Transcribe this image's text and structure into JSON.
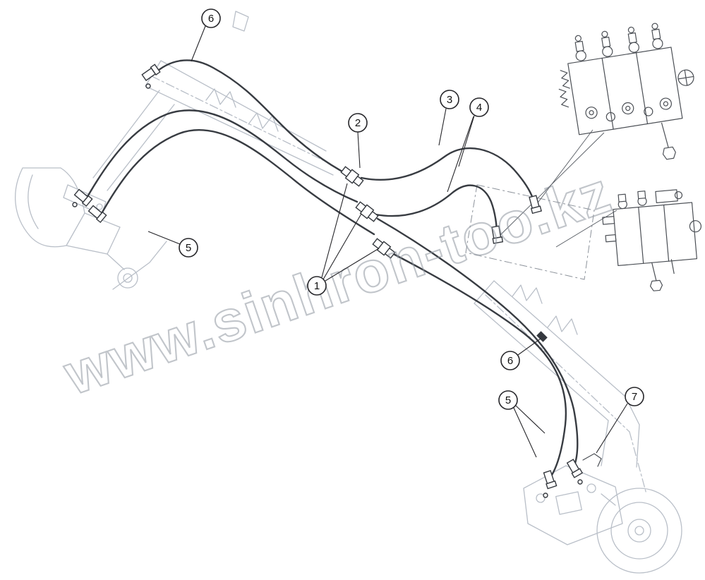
{
  "watermark": {
    "text": "www.sinhron-too.kz",
    "color": "#8f96a0"
  },
  "callouts": [
    {
      "id": "callout-6-top",
      "label": "6"
    },
    {
      "id": "callout-2",
      "label": "2"
    },
    {
      "id": "callout-3",
      "label": "3"
    },
    {
      "id": "callout-4",
      "label": "4"
    },
    {
      "id": "callout-1",
      "label": "1"
    },
    {
      "id": "callout-5-left",
      "label": "5"
    },
    {
      "id": "callout-6-bottom",
      "label": "6"
    },
    {
      "id": "callout-5-right",
      "label": "5"
    },
    {
      "id": "callout-7",
      "label": "7"
    }
  ],
  "colors": {
    "machine_outline": "#b9bfc8",
    "hose": "#383c42",
    "callout": "#26262a",
    "watermark": "#8f96a0",
    "background": "#ffffff"
  }
}
